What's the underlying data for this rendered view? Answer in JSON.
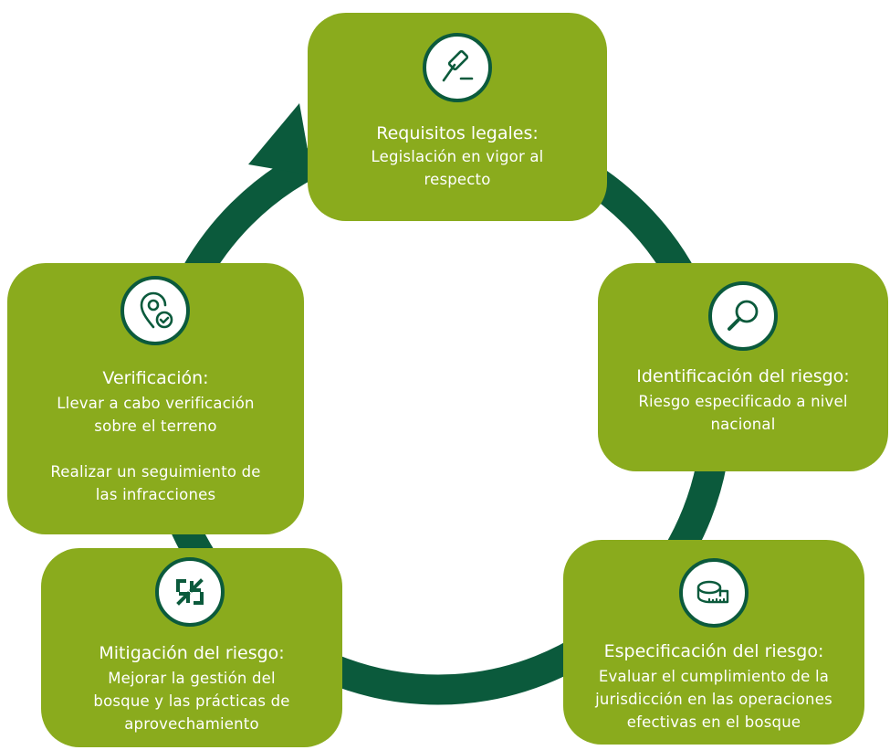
{
  "colors": {
    "card": "#8aab1d",
    "ring": "#0b5a3c",
    "text": "#ffffff"
  },
  "steps": [
    {
      "title": "Requisitos legales:",
      "lines": [
        "Legislación en vigor al",
        "respecto"
      ],
      "icon": "gavel-icon"
    },
    {
      "title": "Identificación del riesgo:",
      "lines": [
        "Riesgo especificado a nivel",
        "nacional"
      ],
      "icon": "magnifier-icon"
    },
    {
      "title": "Especificación del riesgo:",
      "lines": [
        "Evaluar el cumplimiento de la",
        "jurisdicción en las operaciones",
        "efectivas en el bosque"
      ],
      "icon": "measuring-tape-icon"
    },
    {
      "title": "Mitigación del riesgo:",
      "lines": [
        "Mejorar la gestión del",
        "bosque y las prácticas de",
        "aprovechamiento"
      ],
      "icon": "shrink-arrows-icon"
    },
    {
      "title": "Verificación:",
      "lines": [
        "Llevar a cabo verificación",
        "sobre el terreno"
      ],
      "lines2": [
        "Realizar un seguimiento de",
        "las infracciones"
      ],
      "icon": "location-check-icon"
    }
  ]
}
